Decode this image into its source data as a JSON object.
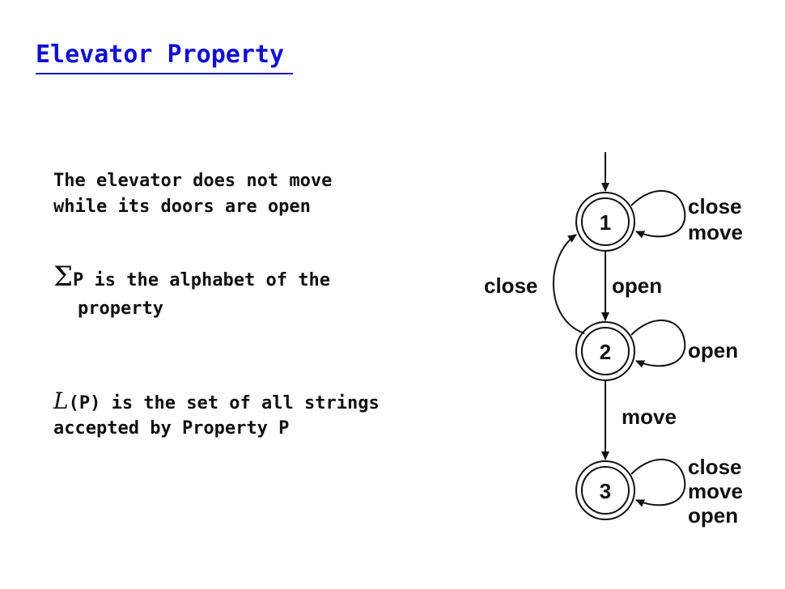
{
  "slide": {
    "title": "Elevator Property",
    "line1": "The elevator does not move",
    "line2": "while its doors are open",
    "sigma_symbol": "Σ",
    "sigma_sub": "P",
    "sigma_text_a": " is the alphabet of the",
    "sigma_text_b": "property",
    "lang_symbol": "L",
    "lang_text_a": "(P) is the set of all strings",
    "lang_text_b": "accepted by Property P"
  },
  "diagram": {
    "states": [
      {
        "id": "1",
        "label": "1"
      },
      {
        "id": "2",
        "label": "2"
      },
      {
        "id": "3",
        "label": "3"
      }
    ],
    "edges": {
      "s1_loop": [
        "close",
        "move"
      ],
      "s1_to_s2": "open",
      "s2_to_s1": "close",
      "s2_loop": [
        "open"
      ],
      "s2_to_s3": "move",
      "s3_loop": [
        "close",
        "move",
        "open"
      ]
    }
  },
  "colors": {
    "title": "#1010d0",
    "text": "#111111"
  }
}
